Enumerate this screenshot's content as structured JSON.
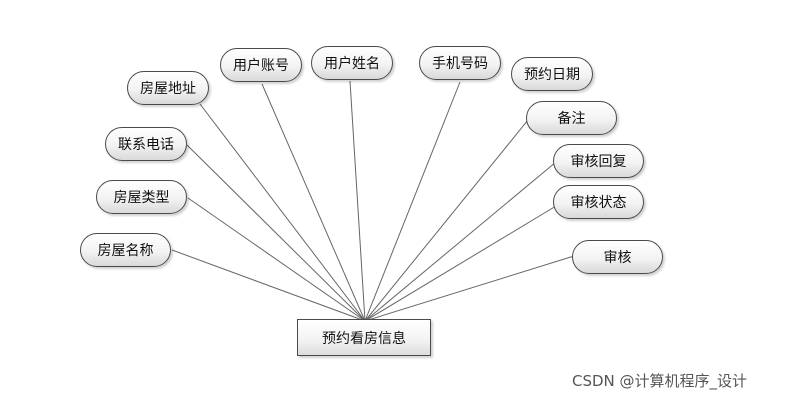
{
  "entity": {
    "label": "预约看房信息"
  },
  "attributes": [
    "房屋地址",
    "用户账号",
    "用户姓名",
    "手机号码",
    "预约日期",
    "联系电话",
    "备注",
    "审核回复",
    "房屋类型",
    "审核状态",
    "房屋名称",
    "审核"
  ],
  "watermark": "CSDN @计算机程序_设计"
}
